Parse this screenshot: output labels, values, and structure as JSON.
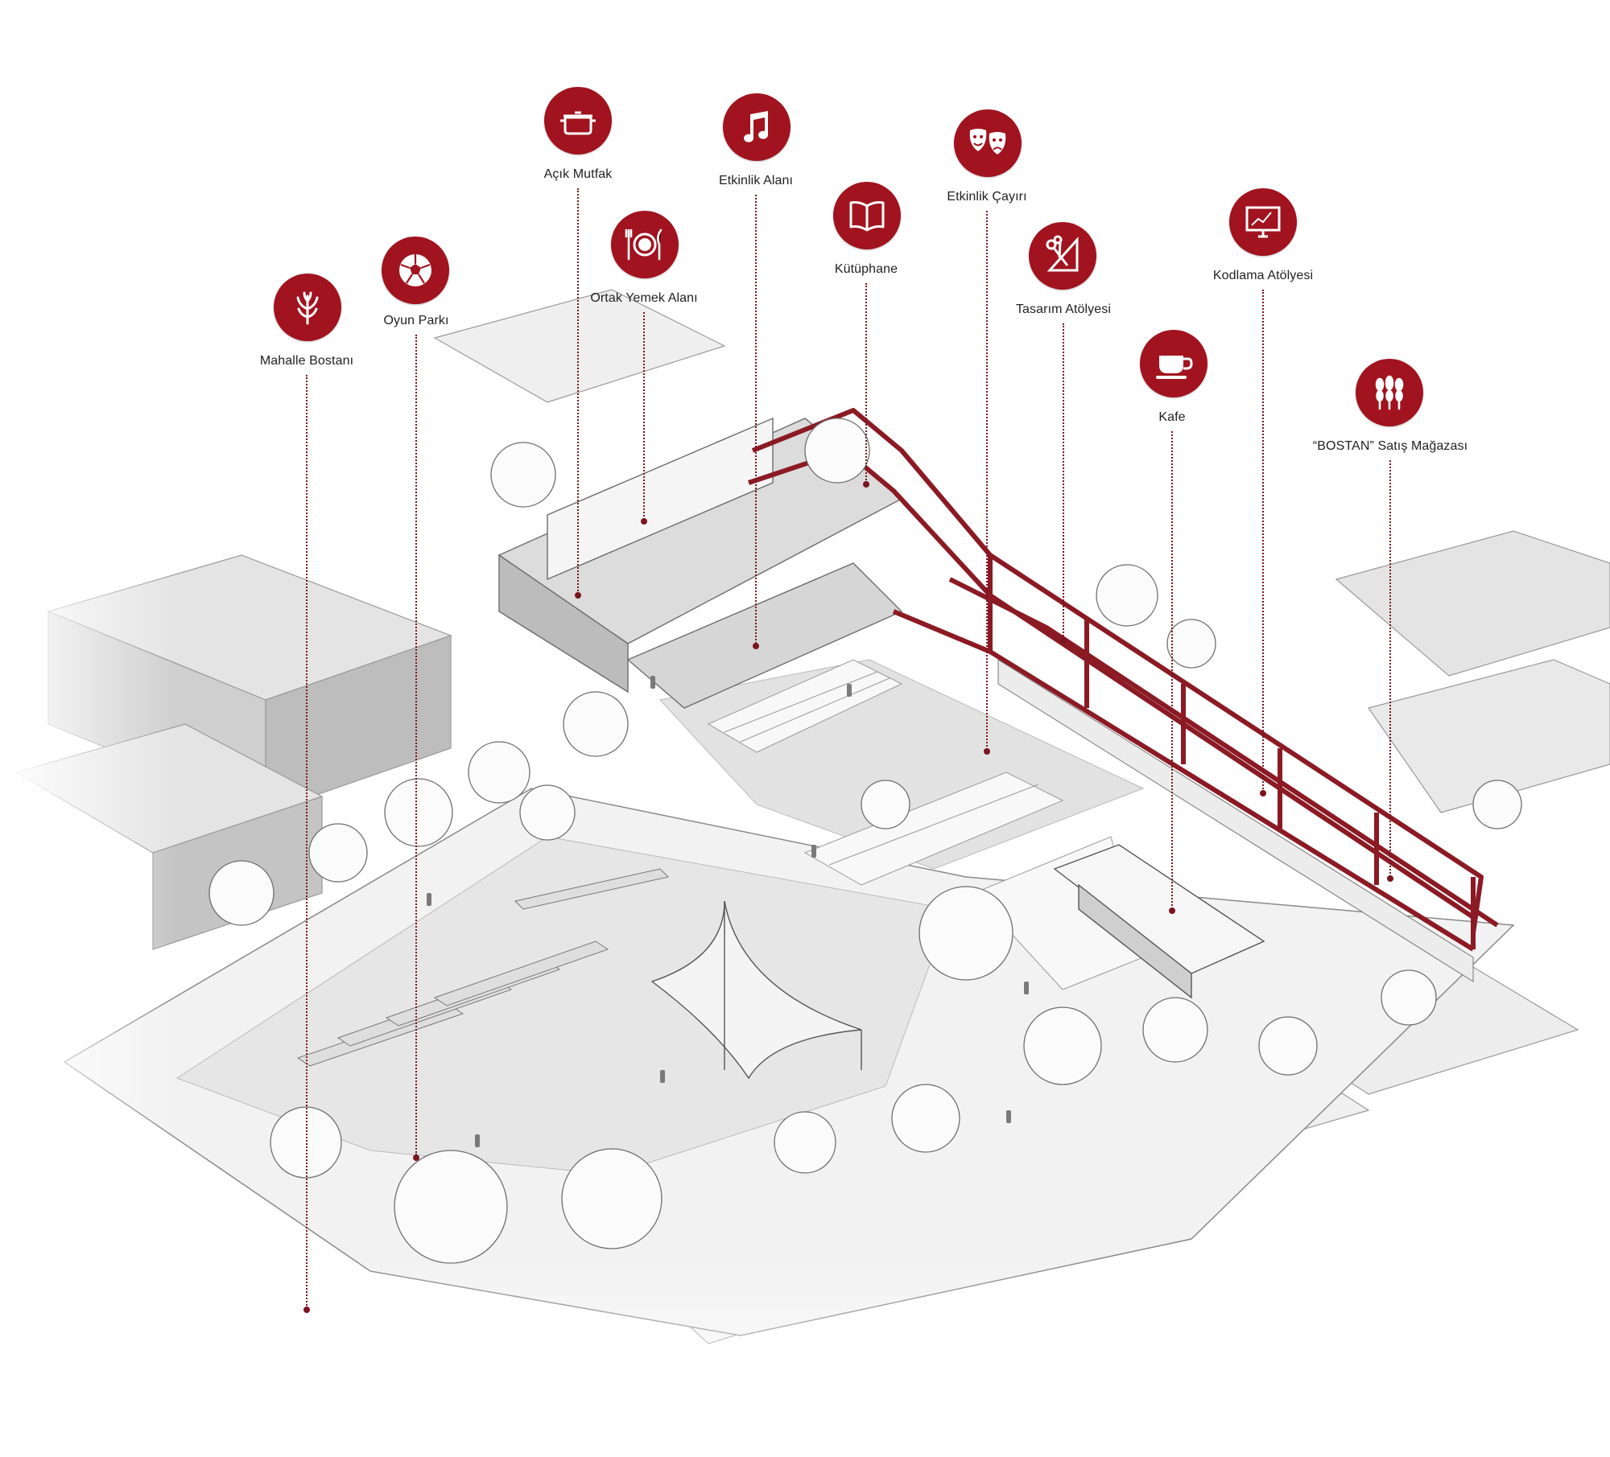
{
  "diagram": {
    "accent_color": "#a0131f",
    "structure_color": "#8b1a24",
    "callouts": [
      {
        "id": "mahalle-bostani",
        "label": "Mahalle Bostanı",
        "icon": "plant-icon"
      },
      {
        "id": "oyun-parki",
        "label": "Oyun Parkı",
        "icon": "soccer-ball-icon"
      },
      {
        "id": "acik-mutfak",
        "label": "Açık Mutfak",
        "icon": "cooking-pot-icon"
      },
      {
        "id": "ortak-yemek-alani",
        "label": "Ortak Yemek Alanı",
        "icon": "plate-cutlery-icon"
      },
      {
        "id": "etkinlik-alani",
        "label": "Etkinlik Alanı",
        "icon": "music-note-icon"
      },
      {
        "id": "kutuphane",
        "label": "Kütüphane",
        "icon": "book-icon"
      },
      {
        "id": "etkinlik-cayiri",
        "label": "Etkinlik Çayırı",
        "icon": "theater-masks-icon"
      },
      {
        "id": "tasarim-atolyesi",
        "label": "Tasarım Atölyesi",
        "icon": "scissors-triangle-icon"
      },
      {
        "id": "kafe",
        "label": "Kafe",
        "icon": "coffee-cup-icon"
      },
      {
        "id": "kodlama-atolyesi",
        "label": "Kodlama Atölyesi",
        "icon": "monitor-icon"
      },
      {
        "id": "bostan-satis-magazasi",
        "label": "“BOSTAN” Satış Mağazası",
        "icon": "wheat-icon"
      }
    ]
  }
}
